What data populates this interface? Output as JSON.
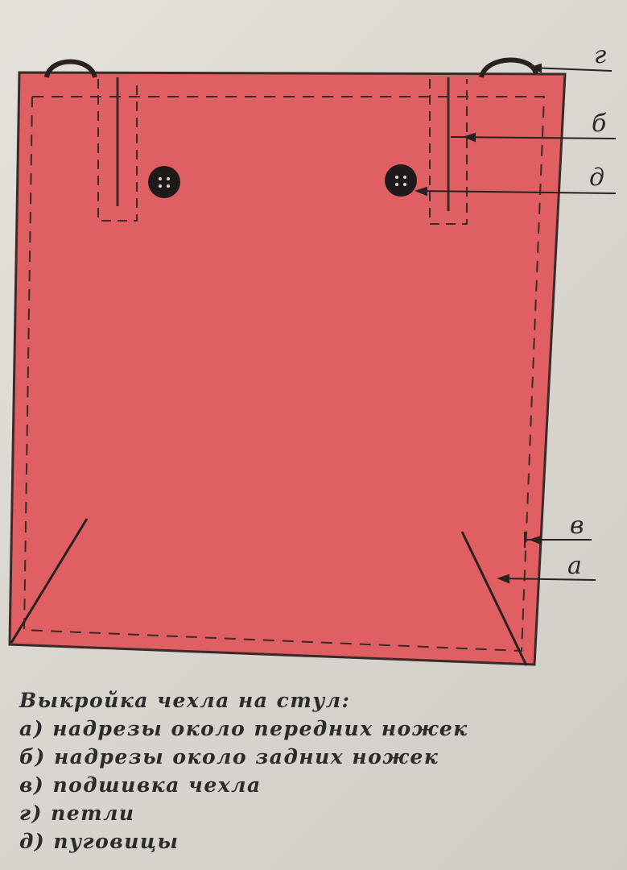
{
  "diagram": {
    "fabric_color": "#df5f63",
    "outline_color": "#3a2a2a",
    "labels": {
      "loops": "г",
      "back_cuts": "б",
      "buttons": "д",
      "hem": "в",
      "front_cuts": "а"
    }
  },
  "caption": {
    "title": "Выкройка чехла на стул:",
    "items": [
      "а) надрезы около передних ножек",
      "б) надрезы около задних ножек",
      "в) подшивка чехла",
      "г) петли",
      "д) пуговицы"
    ]
  }
}
